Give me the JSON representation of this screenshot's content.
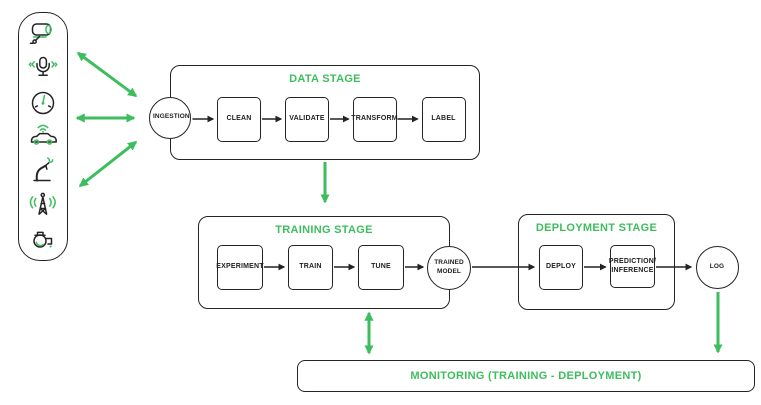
{
  "colors": {
    "accent_green": "#3ebd5e",
    "ink": "#242424",
    "background": "#ffffff"
  },
  "source_panel": {
    "icons": [
      "cctv-camera",
      "microphone",
      "gauge",
      "connected-car",
      "robotic-arm",
      "radio-tower",
      "engine"
    ]
  },
  "data_stage": {
    "title": "DATA STAGE",
    "input": "INGESTION",
    "steps": [
      "CLEAN",
      "VALIDATE",
      "TRANSFORM",
      "LABEL"
    ]
  },
  "training_stage": {
    "title": "TRAINING STAGE",
    "steps": [
      "EXPERIMENT",
      "TRAIN",
      "TUNE"
    ],
    "output": "TRAINED MODEL"
  },
  "deployment_stage": {
    "title": "DEPLOYMENT STAGE",
    "steps": [
      "DEPLOY",
      "PREDICTION/ INFERENCE"
    ],
    "output": "LOG"
  },
  "monitoring": {
    "title": "MONITORING (TRAINING - DEPLOYMENT)"
  }
}
